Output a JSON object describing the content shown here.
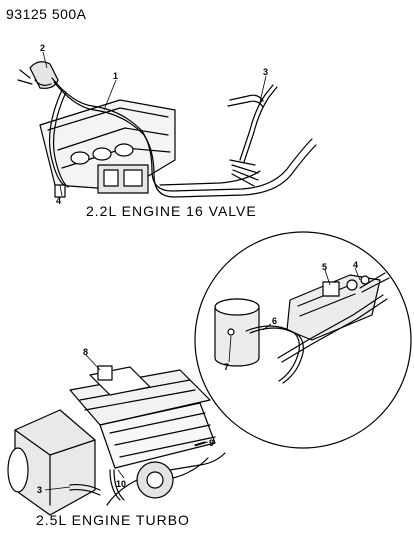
{
  "header": {
    "document_id": "93125  500A"
  },
  "captions": {
    "top_engine": "2.2L ENGINE   16 VALVE",
    "bottom_engine": "2.5L ENGINE   TURBO"
  },
  "callouts": {
    "c1": "1",
    "c2": "2",
    "c3_top": "3",
    "c4_top": "4",
    "c5": "5",
    "c4_detail": "4",
    "c6": "6",
    "c7": "7",
    "c8": "8",
    "c9": "9",
    "c10": "10",
    "c3_bottom": "3"
  }
}
